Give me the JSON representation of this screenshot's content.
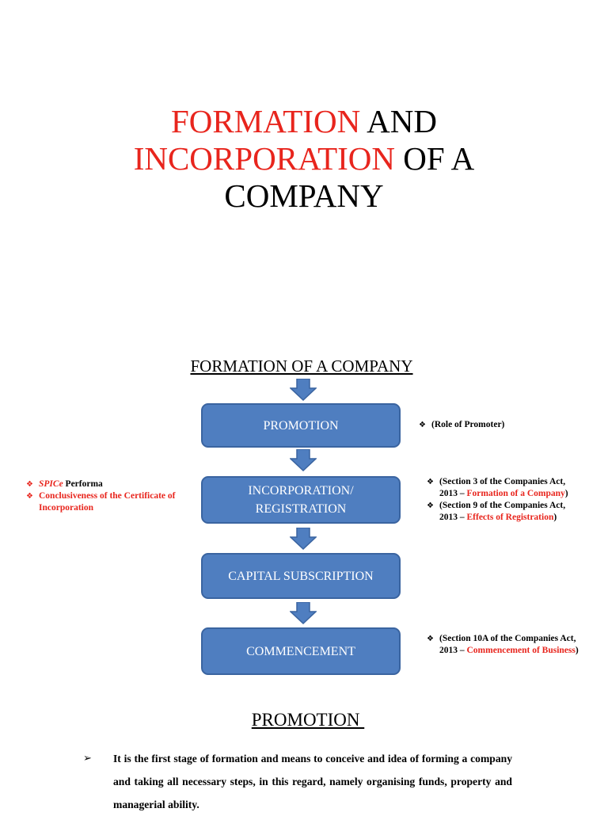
{
  "title": {
    "line1_red": "FORMATION",
    "line1_rest": " AND",
    "line2_red": "INCORPORATION",
    "line2_rest": " OF A",
    "line3": "COMPANY"
  },
  "flow": {
    "heading": "FORMATION OF A COMPANY",
    "steps": [
      {
        "line1": "PROMOTION",
        "line2": ""
      },
      {
        "line1": "INCORPORATION/",
        "line2": "REGISTRATION"
      },
      {
        "line1": "CAPITAL SUBSCRIPTION",
        "line2": ""
      },
      {
        "line1": "COMMENCEMENT",
        "line2": ""
      }
    ],
    "box_color": "#4f7ec0",
    "arrow_color": "#4f7ec0"
  },
  "notes": {
    "promotion": {
      "text": "(Role of Promoter)"
    },
    "incorporation_left": {
      "item1_italic": "SPICe",
      "item1_rest": " Performa",
      "item2": "Conclusiveness of the Certificate of Incorporation"
    },
    "incorporation_right": {
      "item1_pre": "(Section 3 of the Companies Act, 2013 – ",
      "item1_red": "Formation of a Company",
      "item1_post": ")",
      "item2_pre": "(Section 9 of the Companies Act, 2013 – ",
      "item2_red": "Effects of Registration",
      "item2_post": ")"
    },
    "commencement": {
      "pre": "(Section 10A of the Companies Act, 2013 – ",
      "red": "Commencement of Business",
      "post": ")"
    },
    "bullet_glyph": "❖"
  },
  "promotion_section": {
    "heading": "PROMOTION ",
    "paragraph": "It is the first stage of formation and means to conceive and idea of forming a company and taking all necessary steps, in this regard, namely organising funds, property and managerial ability.",
    "bullet_glyph": "➢"
  },
  "colors": {
    "accent_red": "#e8251d"
  }
}
